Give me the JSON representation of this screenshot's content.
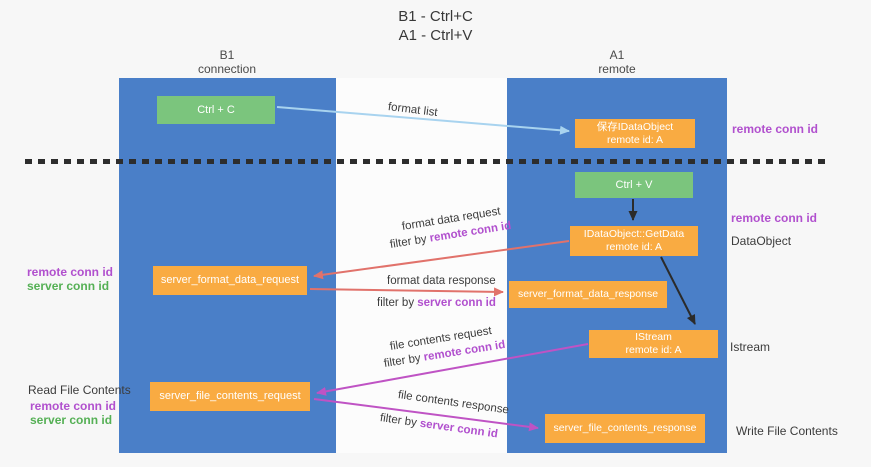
{
  "title": {
    "line1": "B1 - Ctrl+C",
    "line2": "A1 - Ctrl+V"
  },
  "lanes": {
    "left": {
      "name": "B1",
      "role": "connection"
    },
    "right": {
      "name": "A1",
      "role": "remote"
    }
  },
  "boxes": {
    "ctrl_c": {
      "label": "Ctrl + C"
    },
    "save_dataobject": {
      "line1": "保存IDataObject",
      "line2": "remote id: A"
    },
    "ctrl_v": {
      "label": "Ctrl + V"
    },
    "getdata": {
      "line1": "IDataObject::GetData",
      "line2": "remote id: A"
    },
    "server_format_data_request": {
      "label": "server_format_data_request"
    },
    "server_format_data_response": {
      "label": "server_format_data_response"
    },
    "istream": {
      "line1": "IStream",
      "line2": "remote id: A"
    },
    "server_file_contents_request": {
      "label": "server_file_contents_request"
    },
    "server_file_contents_response": {
      "label": "server_file_contents_response"
    }
  },
  "flow_labels": {
    "format_list": "format list",
    "format_data_request": "format data request",
    "format_data_response": "format data response",
    "file_contents_request": "file contents request",
    "file_contents_response": "file contents response",
    "filter_by": "filter by ",
    "remote_conn_id": "remote conn id",
    "server_conn_id": "server conn id"
  },
  "side_labels": {
    "remote_conn_id_top_right": "remote conn id",
    "remote_conn_id_mid_right": "remote conn id",
    "dataobject": "DataObject",
    "istream": "Istream",
    "write_file_contents": "Write File Contents",
    "remote_conn_id_left": "remote conn id",
    "server_conn_id_left": "server conn id",
    "read_file_contents": "Read File Contents",
    "remote_conn_id_bottom_left": "remote conn id",
    "server_conn_id_bottom_left": "server conn id"
  },
  "colors": {
    "lane_blue": "#4a7fc8",
    "box_orange": "#f9ab42",
    "box_green": "#7bc57d",
    "purple_text": "#b150ce",
    "green_text": "#55b055",
    "arrow_blue": "#a8d3ef",
    "arrow_red": "#e1726b",
    "arrow_magenta": "#bf53c4",
    "arrow_black": "#2b2b2b",
    "divider": "#2d2d2d"
  }
}
